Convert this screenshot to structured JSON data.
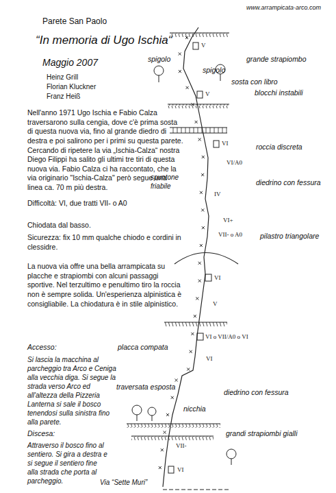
{
  "diagram": {
    "title": "“In memoria di Ugo Ischia“",
    "labels": [
      "www.arrampicata-arco.com",
      "Parete San Paolo",
      "Maggio 2007",
      "Heinz Grill",
      "Florian Kluckner",
      "Franz Heiß",
      "spigolo",
      "V",
      "grande strapiombo",
      "spigolo",
      "sosta con libro",
      "blocchi instabili",
      "V",
      "Nell'anno 1971 Ugo Ischia e Fabio Calza traversarono sulla cengia, dove c'è prima sosta di questa nuova via, fino al grande diedro di destra e poi salirono per i primi su questa parete. Cercando di ripetere la via „Ischia-Calza“ nostra Diego Filippi ha salito gli ultimi tre tiri di questa nuova via. Fabio Calza ci ha raccontato, che la via originario \"Ischia-Calza\" però segue una linea ca. 70 m più destra.",
      "VI",
      "roccia discreta",
      "VI/A0",
      "spuntone friabile",
      "diedrino con fessura",
      "IV",
      "Difficoltà: VI, due tratti VII- o A0",
      "VI+",
      "Chiodata dal basso.",
      "VII- o A0",
      "Sicurezza: fix 10 mm qualche chiodo e cordini in clessidre.",
      "pilastro triangolare",
      "La nuova via offre una bella arrampicata su placche e strapiombi con alcuni passaggi sportive. Nel terzultimo e penultimo tiro la roccia non è sempre solida. Un'esperienza alpinistica è consigliabile. La chiodatura è in stile alpinistico.",
      "VI",
      "V",
      "VI o VII/A0 o VI",
      "placca compata",
      "Accesso:",
      "Si lascia la macchina al parcheggio tra Arco e Ceniga alla vecchia diga. Si segue la strada verso Arco ed all'altezza della Pizzeria Lanterna si sale il bosco tenendosi sulla sinistra fino alla parete.",
      "VI",
      "traversata esposta",
      "diedrino con fessura",
      "nicchia",
      "Discesa:",
      "grandi strapiombi gialli",
      "Attraverso il bosco fino al sentiero. Si gira a destra e si segue il sentiero fine alla strada che porta al parcheggio.",
      "VII-",
      "VI",
      "Via “Sette Muri”"
    ]
  }
}
